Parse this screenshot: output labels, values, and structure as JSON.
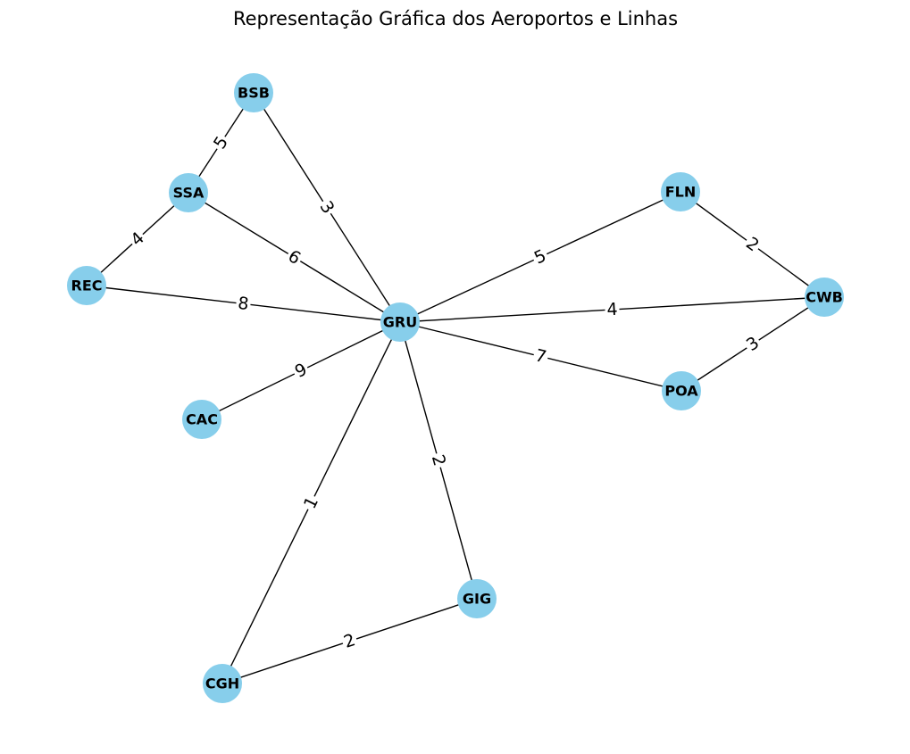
{
  "title": "Representação Gráfica dos Aeroportos e Linhas",
  "colors": {
    "node_fill": "#87CEEB",
    "edge": "#000000",
    "background": "#ffffff"
  },
  "nodes": [
    {
      "id": "BSB",
      "label": "BSB"
    },
    {
      "id": "SSA",
      "label": "SSA"
    },
    {
      "id": "REC",
      "label": "REC"
    },
    {
      "id": "GRU",
      "label": "GRU"
    },
    {
      "id": "CAC",
      "label": "CAC"
    },
    {
      "id": "FLN",
      "label": "FLN"
    },
    {
      "id": "CWB",
      "label": "CWB"
    },
    {
      "id": "POA",
      "label": "POA"
    },
    {
      "id": "GIG",
      "label": "GIG"
    },
    {
      "id": "CGH",
      "label": "CGH"
    }
  ],
  "edges": [
    {
      "source": "BSB",
      "target": "SSA",
      "weight": "5"
    },
    {
      "source": "BSB",
      "target": "GRU",
      "weight": "3"
    },
    {
      "source": "SSA",
      "target": "REC",
      "weight": "4"
    },
    {
      "source": "SSA",
      "target": "GRU",
      "weight": "6"
    },
    {
      "source": "REC",
      "target": "GRU",
      "weight": "8"
    },
    {
      "source": "GRU",
      "target": "CAC",
      "weight": "9"
    },
    {
      "source": "GRU",
      "target": "FLN",
      "weight": "5"
    },
    {
      "source": "GRU",
      "target": "CWB",
      "weight": "4"
    },
    {
      "source": "GRU",
      "target": "POA",
      "weight": "7"
    },
    {
      "source": "GRU",
      "target": "GIG",
      "weight": "2"
    },
    {
      "source": "GRU",
      "target": "CGH",
      "weight": "1"
    },
    {
      "source": "FLN",
      "target": "CWB",
      "weight": "2"
    },
    {
      "source": "CWB",
      "target": "POA",
      "weight": "3"
    },
    {
      "source": "GIG",
      "target": "CGH",
      "weight": "2"
    }
  ]
}
